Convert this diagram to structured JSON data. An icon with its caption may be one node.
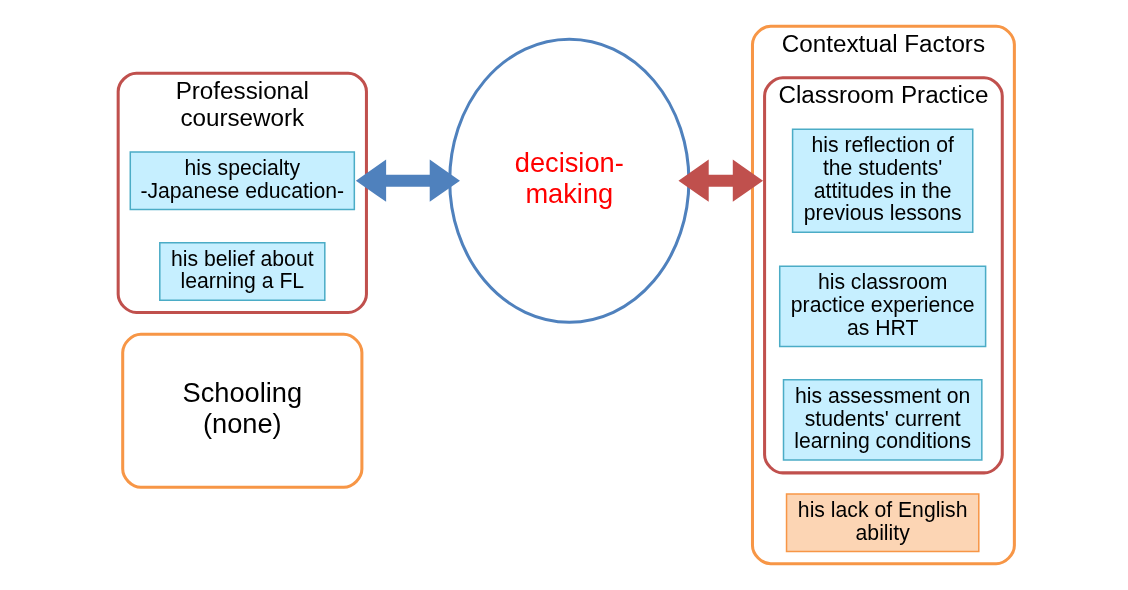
{
  "diagram": {
    "nodes": [
      {
        "text": [
          "Schooling",
          "(none)"
        ]
      },
      {
        "text": [
          "decision-making"
        ]
      },
      {
        "text": [
          "Professional coursework"
        ]
      },
      {
        "text": [
          "his specialty -Japanese education-"
        ],
        "in": 2
      },
      {
        "text": [
          "his belief about learning a FL"
        ],
        "in": 2
      },
      {
        "text": [
          "Contextual Factors"
        ]
      },
      {
        "text": [
          "Classroom Practice"
        ],
        "in": 5
      },
      {
        "text": [
          "his reflection of the students' attitudes in the previous lessons"
        ],
        "in": 6
      },
      {
        "text": [
          "his classroom practice experience as HRT"
        ],
        "in": 6
      },
      {
        "text": [
          "his assessment on students' current learning conditions"
        ],
        "in": 6
      },
      {
        "text": [
          "his lack of English ability"
        ],
        "in": 5
      }
    ],
    "edges": [
      {
        "from": 2,
        "to": 1,
        "arrow": "both",
        "color": "#4f81bd"
      },
      {
        "from": 1,
        "to": 5,
        "arrow": "both",
        "color": "#c0504d"
      }
    ]
  }
}
